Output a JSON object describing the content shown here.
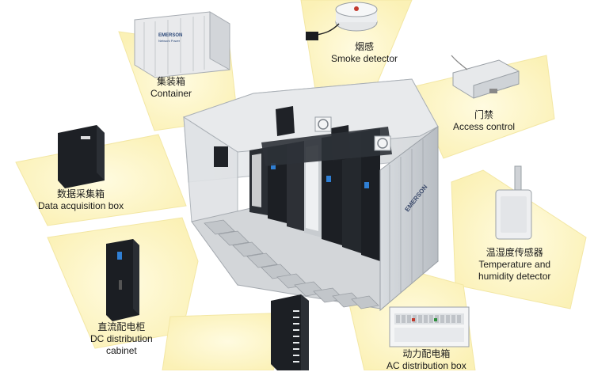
{
  "items": {
    "container": {
      "cn": "集装箱",
      "en": "Container"
    },
    "smoke": {
      "cn": "烟感",
      "en": "Smoke detector"
    },
    "access": {
      "cn": "门禁",
      "en": "Access control"
    },
    "temp": {
      "cn": "温湿度传感器",
      "en1": "Temperature and",
      "en2": "humidity detector"
    },
    "data_box": {
      "cn": "数据采集箱",
      "en": "Data acquisition box"
    },
    "dc": {
      "cn": "直流配电柜",
      "en1": "DC distribution",
      "en2": "cabinet"
    },
    "ac": {
      "cn": "动力配电箱",
      "en": "AC distribution box"
    }
  },
  "brand": {
    "name": "EMERSON",
    "sub": "Network Power"
  },
  "colors": {
    "petal": "#fdf7c8",
    "petal_edge": "#f6ecb0",
    "frame": "#c9ccd0",
    "rack": "#1c1f24",
    "floor": "#d8dadc"
  }
}
